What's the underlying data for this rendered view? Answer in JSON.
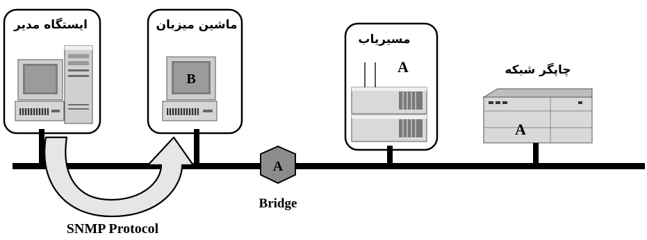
{
  "nodes": {
    "manager_station": {
      "label": "ایستگاه مدیر"
    },
    "host_machine": {
      "label": "ماشین میزبان",
      "agent_letter": "B"
    },
    "router": {
      "label": "مسیریاب",
      "agent_letter": "A"
    },
    "network_printer": {
      "label": "چاپگر شبکه",
      "agent_letter": "A"
    },
    "bridge": {
      "label": "Bridge",
      "agent_letter": "A"
    }
  },
  "protocol": {
    "label": "SNMP Protocol"
  },
  "colors": {
    "line": "#000000",
    "bridge_fill": "#8c8c8c",
    "arrow_fill": "#e6e6e6",
    "device_light": "#d9d9d9",
    "device_dark": "#7a7a7a"
  }
}
